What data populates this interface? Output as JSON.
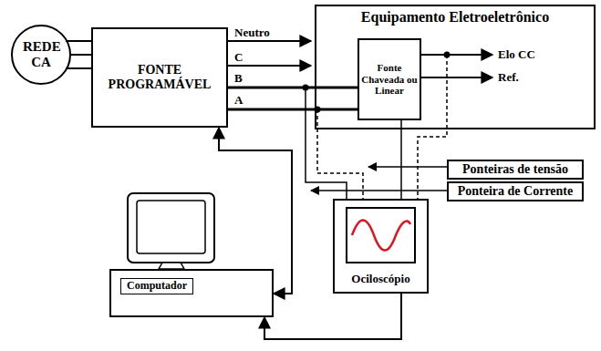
{
  "diagram": {
    "nodes": [
      {
        "text": [
          "REDE CA"
        ]
      },
      {
        "text": [
          "FONTE PROGRAMÁVEL"
        ]
      },
      {
        "text": [
          "Equipamento Eletroeletrônico"
        ]
      },
      {
        "text": [
          "Fonte Chaveada ou Linear"
        ],
        "in": 2
      },
      {
        "text": [
          "Computador"
        ]
      },
      {
        "text": [
          "Ociloscópio"
        ]
      },
      {
        "text": [
          "Ponteiras de tensão"
        ]
      },
      {
        "text": [
          "Ponteira de Corrente"
        ]
      }
    ],
    "edges": [
      {
        "from": 0,
        "to": 1,
        "arrow": "none"
      },
      {
        "from": 1,
        "to": 3,
        "arrow": "none"
      },
      {
        "from": 1,
        "to": 3,
        "arrow": "none"
      },
      {
        "from": 1,
        "to": 4,
        "arrow": "both"
      },
      {
        "from": 5,
        "to": 4,
        "arrow": "to"
      }
    ],
    "labels": [
      "Neutro",
      "C",
      "B",
      "A",
      "Elo CC",
      "Ref."
    ]
  }
}
